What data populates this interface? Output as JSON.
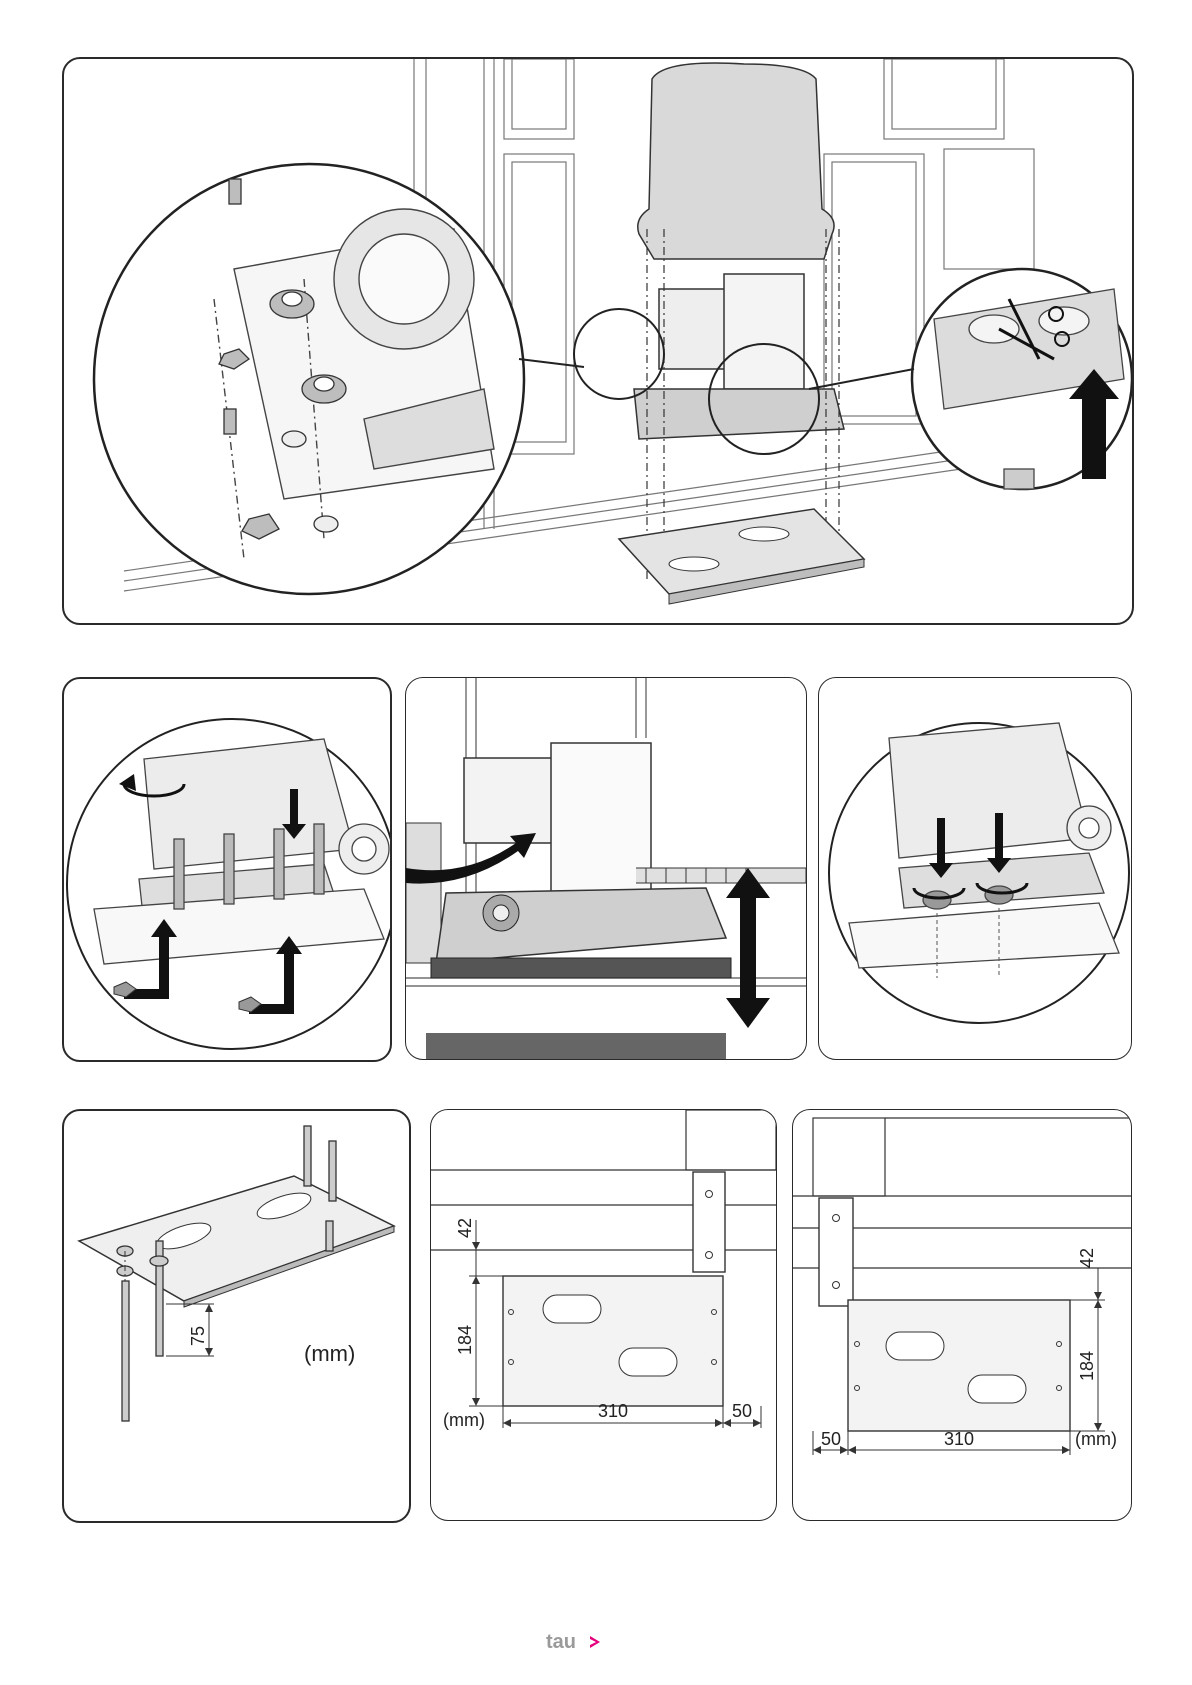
{
  "brand": {
    "logo_text": "tau",
    "accent_color": "#e6007e"
  },
  "panels": {
    "assembly": {
      "name": "motor-assembly-overview"
    },
    "nuts_detail": {
      "name": "base-nuts-detail"
    },
    "height_adjust": {
      "name": "height-adjustment"
    },
    "tighten_detail": {
      "name": "tighten-nuts-detail"
    },
    "plate": {
      "name": "foundation-plate",
      "dim_bolt": "75",
      "unit": "(mm)"
    },
    "layout_left": {
      "name": "plate-layout-left",
      "dim_top": "42",
      "dim_height": "184",
      "dim_width": "310",
      "dim_offset": "50",
      "unit": "(mm)"
    },
    "layout_right": {
      "name": "plate-layout-right",
      "dim_top": "42",
      "dim_height": "184",
      "dim_width": "310",
      "dim_offset": "50",
      "unit": "(mm)"
    }
  }
}
